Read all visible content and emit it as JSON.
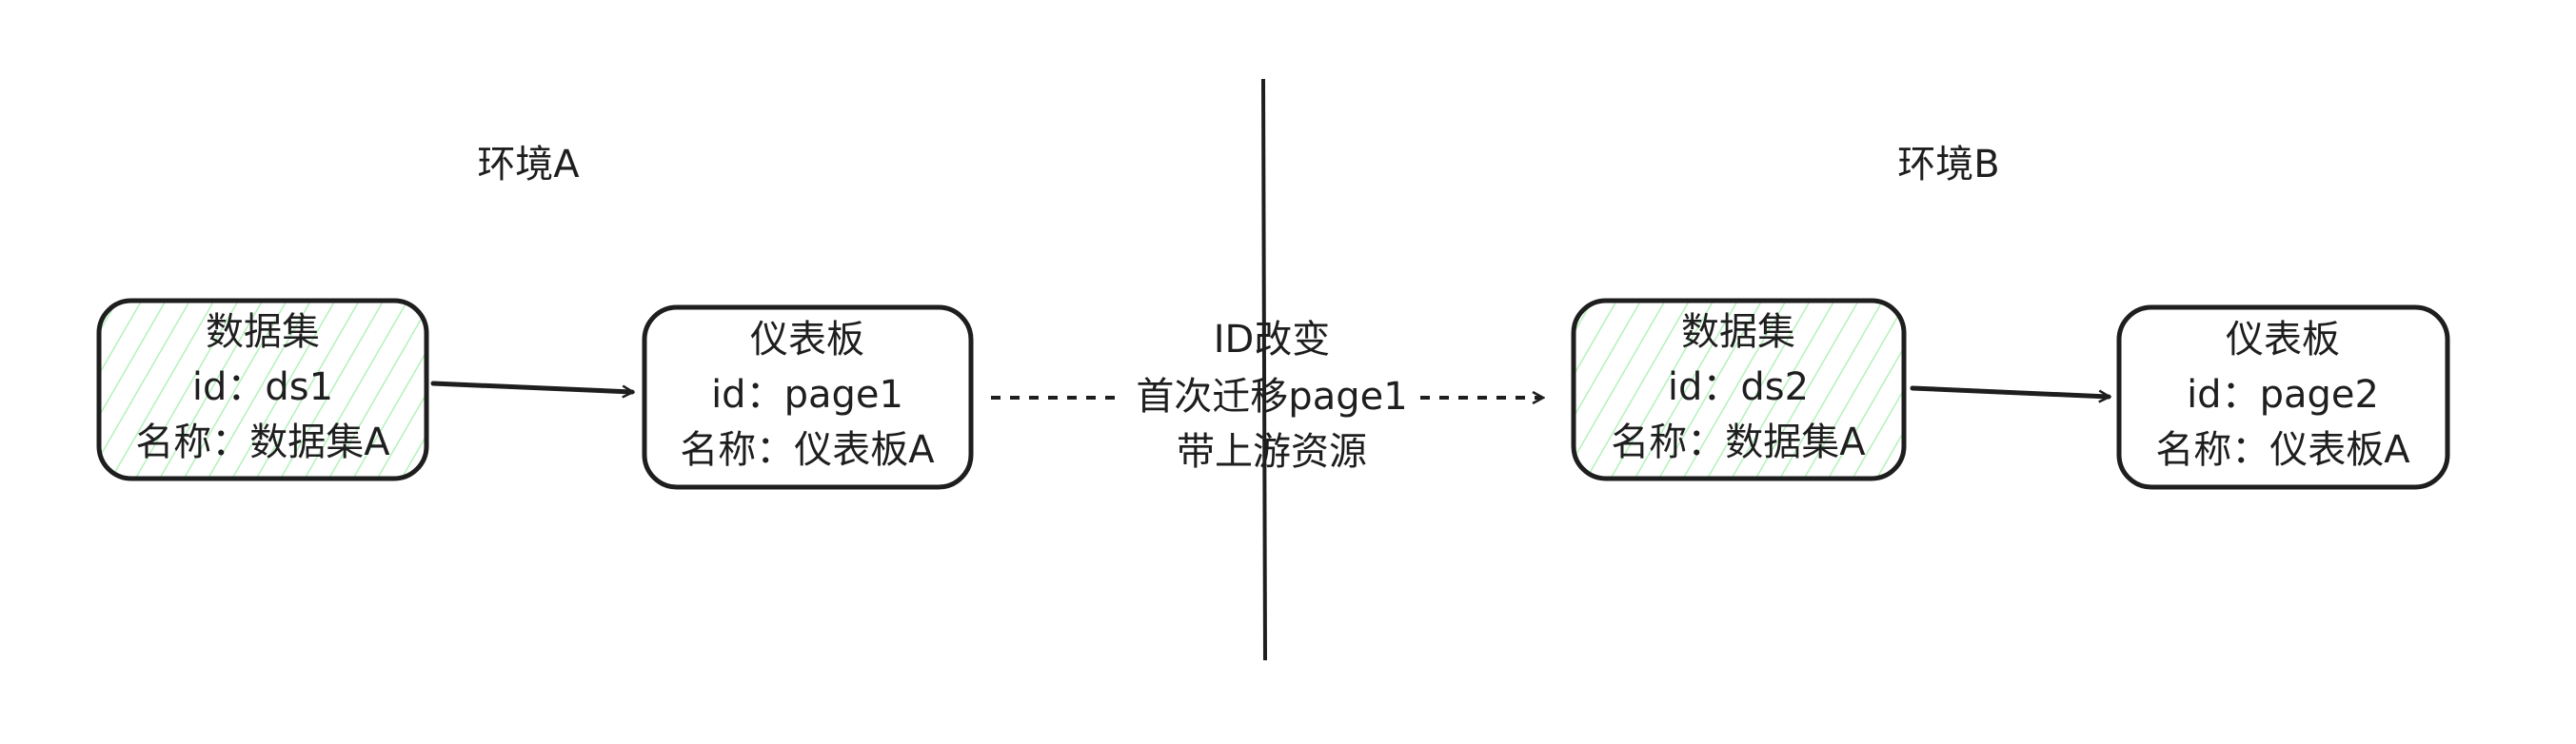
{
  "environments": [
    {
      "label": "环境A"
    },
    {
      "label": "环境B"
    }
  ],
  "nodes": [
    {
      "title": "数据集",
      "id_line": "id：ds1",
      "name_line": "名称：数据集A",
      "fill": "#b2f2bb",
      "hatched": true
    },
    {
      "title": "仪表板",
      "id_line": "id：page1",
      "name_line": "名称：仪表板A",
      "fill": "#ffffff",
      "hatched": false
    },
    {
      "title": "数据集",
      "id_line": "id：ds2",
      "name_line": "名称：数据集A",
      "fill": "#b2f2bb",
      "hatched": true
    },
    {
      "title": "仪表板",
      "id_line": "id：page2",
      "name_line": "名称：仪表板A",
      "fill": "#ffffff",
      "hatched": false
    }
  ],
  "migration_label": {
    "line1": "ID改变",
    "line2": "首次迁移page1",
    "line3": "带上游资源"
  },
  "colors": {
    "stroke": "#1e1e1e",
    "hatch": "#b2f2bb"
  }
}
